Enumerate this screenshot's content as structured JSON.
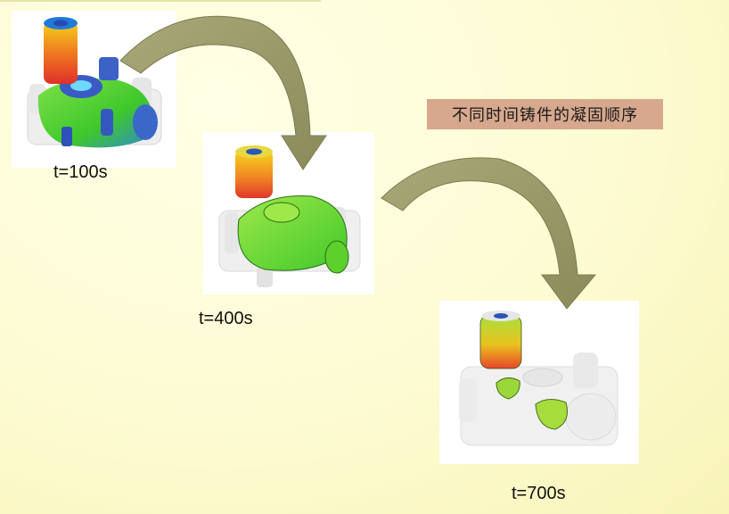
{
  "title_banner": "不同时间铸件的凝固顺序",
  "frames": [
    {
      "time_label": "t=100s"
    },
    {
      "time_label": "t=400s"
    },
    {
      "time_label": "t=700s"
    }
  ],
  "colors": {
    "banner_bg": "#d8a88e",
    "arrow": "#9a9a6a",
    "hot": "#e8332a",
    "warm": "#f2c21a",
    "mid": "#5fd02e",
    "cool": "#3c62c8"
  }
}
